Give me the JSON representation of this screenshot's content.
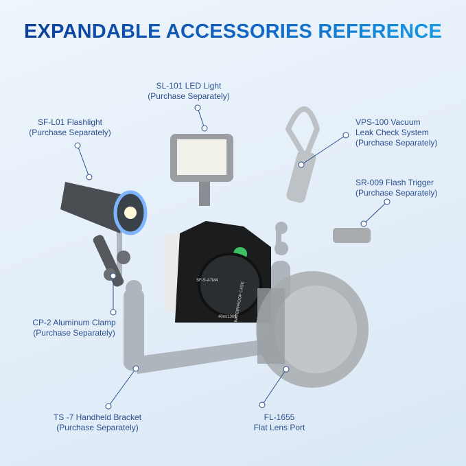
{
  "title": "EXPANDABLE ACCESSORIES REFERENCE",
  "colors": {
    "title_start": "#0a3c96",
    "title_end": "#1aa0e6",
    "label_text": "#2b4f8f",
    "leader_line": "#2b4f8f"
  },
  "callouts": [
    {
      "id": "sl101",
      "lines": [
        "SL-101 LED Light",
        "(Purchase Separately)"
      ]
    },
    {
      "id": "sfl01",
      "lines": [
        "SF-L01 Flashlight",
        "(Purchase Separately)"
      ]
    },
    {
      "id": "vps100",
      "lines": [
        "VPS-100 Vacuum",
        "Leak Check System",
        "(Purchase Separately)"
      ]
    },
    {
      "id": "sr009",
      "lines": [
        "SR-009 Flash Trigger",
        "(Purchase Separately)"
      ]
    },
    {
      "id": "cp2",
      "lines": [
        "CP-2 Aluminum Clamp",
        "(Purchase Separately)"
      ]
    },
    {
      "id": "ts7",
      "lines": [
        "TS -7 Handheld Bracket",
        "(Purchase Separately)"
      ]
    },
    {
      "id": "fl1655",
      "lines": [
        "FL-1655",
        "Flat Lens Port"
      ]
    }
  ],
  "housing": {
    "model": "SF-S-A7M4",
    "case_text": "WATERPROOF CASE",
    "depth": "40m/130ft"
  }
}
